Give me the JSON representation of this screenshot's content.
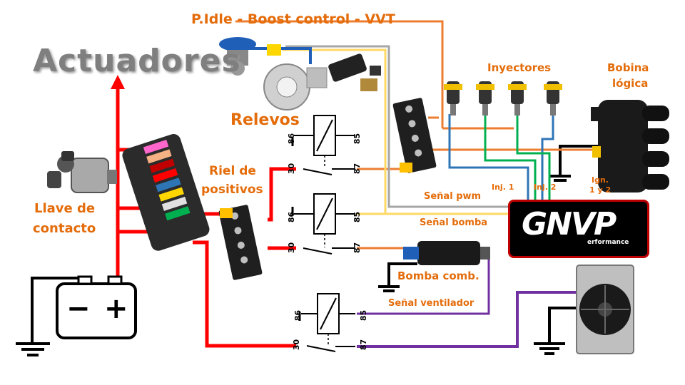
{
  "diagram": {
    "title_top": "P.Idle - Boost control - VVT",
    "title_actuadores": "Actuadores",
    "labels": {
      "relevos": "Relevos",
      "inyectores": "Inyectores",
      "bobina_line1": "Bobina",
      "bobina_line2": "lógica",
      "riel_line1": "Riel de",
      "riel_line2": "positivos",
      "llave_line1": "Llave de",
      "llave_line2": "contacto",
      "bomba_comb": "Bomba comb.",
      "senal_pwm": "Señal pwm",
      "senal_bomba": "Señal bomba",
      "senal_ventilador": "Señal ventilador",
      "inj1": "Inj. 1",
      "inj2": "Inj. 2",
      "ign_line1": "Ign.",
      "ign_line2": "1 y 2"
    },
    "battery": {
      "minus": "−",
      "plus": "+"
    },
    "relay_pins": {
      "p86": "86",
      "p85": "85",
      "p30": "30",
      "p87": "87"
    },
    "ecu": {
      "brand": "GNVP",
      "sub": "erformance"
    },
    "colors": {
      "power": "#ff0000",
      "ground": "#000000",
      "orange": "#ed7d31",
      "yellow": "#ffd966",
      "gray": "#a6a6a6",
      "blue": "#2e75b6",
      "green": "#00b050",
      "purple": "#7030a0",
      "label": "#e46c0a"
    }
  }
}
